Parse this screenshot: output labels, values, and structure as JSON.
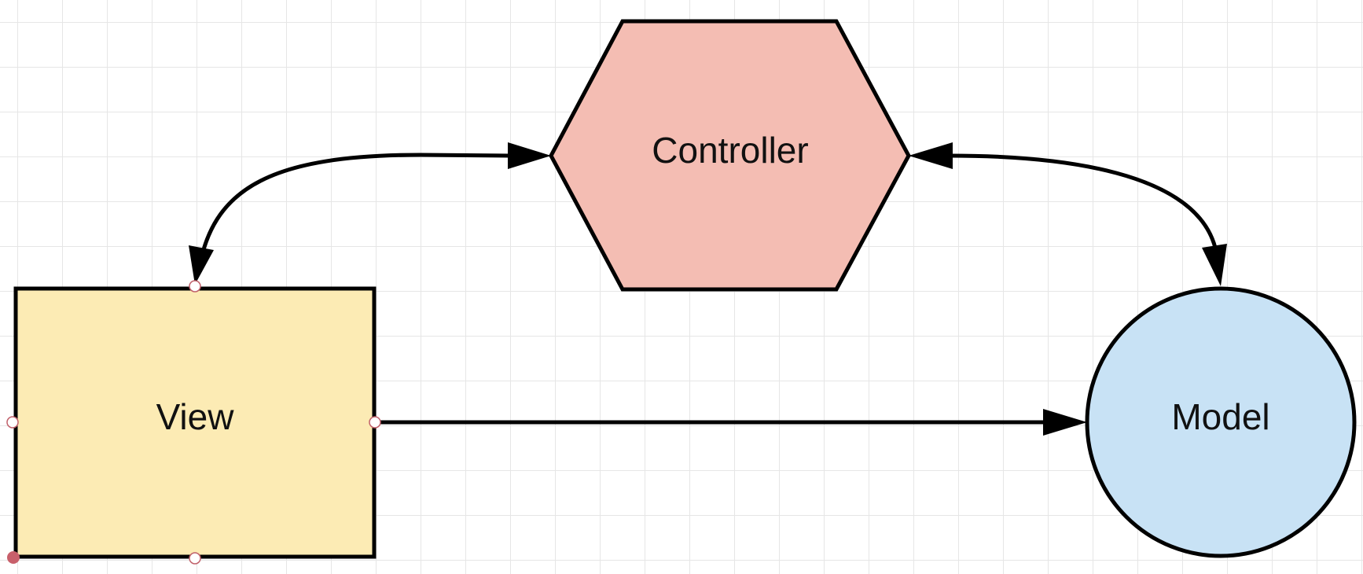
{
  "diagram": {
    "nodes": {
      "controller": {
        "label": "Controller",
        "fill": "#f4bdb3",
        "shape": "hexagon"
      },
      "view": {
        "label": "View",
        "fill": "#fcebb4",
        "shape": "rectangle"
      },
      "model": {
        "label": "Model",
        "fill": "#c8e2f5",
        "shape": "circle"
      }
    },
    "edges": [
      {
        "from": "view",
        "to": "controller",
        "type": "bidirectional-curved"
      },
      {
        "from": "controller",
        "to": "model",
        "type": "bidirectional-curved"
      },
      {
        "from": "view",
        "to": "model",
        "type": "directed"
      }
    ],
    "colors": {
      "stroke": "#000000",
      "grid": "#e6e6e6",
      "handle_stroke": "#c0606a",
      "corner_handle": "#c8606b"
    },
    "selected_node": "view"
  }
}
